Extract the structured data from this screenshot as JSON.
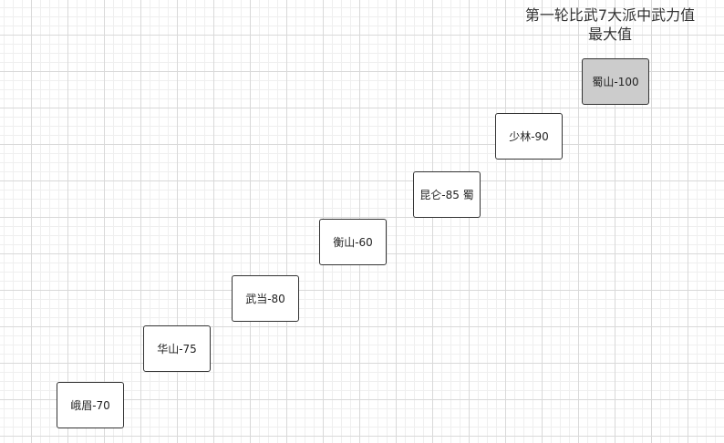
{
  "title": {
    "line1": "第一轮比武7大派中武力值",
    "line2": "最大值"
  },
  "nodes": [
    {
      "label": "峨眉-70",
      "highlight": false
    },
    {
      "label": "华山-75",
      "highlight": false
    },
    {
      "label": "武当-80",
      "highlight": false
    },
    {
      "label": "衡山-60",
      "highlight": false
    },
    {
      "label": "昆仑-85 蜀",
      "highlight": false
    },
    {
      "label": "少林-90",
      "highlight": false
    },
    {
      "label": "蜀山-100",
      "highlight": true
    }
  ],
  "colors": {
    "highlight_fill": "#cccccc",
    "node_fill": "#ffffff",
    "node_border": "#333333"
  }
}
